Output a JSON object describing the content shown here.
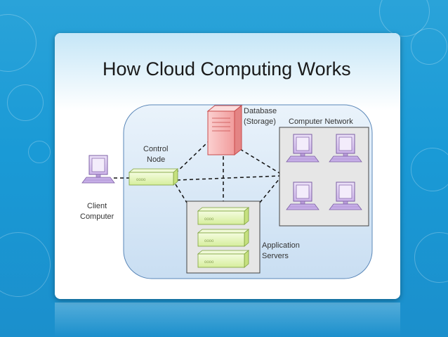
{
  "slide": {
    "title": "How Cloud Computing Works"
  },
  "diagram": {
    "database": {
      "line1": "Database",
      "line2": "(Storage)"
    },
    "network": {
      "label": "Computer Network"
    },
    "control": {
      "line1": "Control",
      "line2": "Node",
      "port_text": "oooo"
    },
    "client": {
      "line1": "Client",
      "line2": "Computer"
    },
    "servers": {
      "line1": "Application",
      "line2": "Servers",
      "port_text": "oooo"
    }
  },
  "colors": {
    "background": "#1a9ad6",
    "cloud_panel": "#d6e8f7",
    "database_fill": "#f7b4b4",
    "computer_fill": "#d4b8ec",
    "node_fill": "#eaf8c6"
  }
}
